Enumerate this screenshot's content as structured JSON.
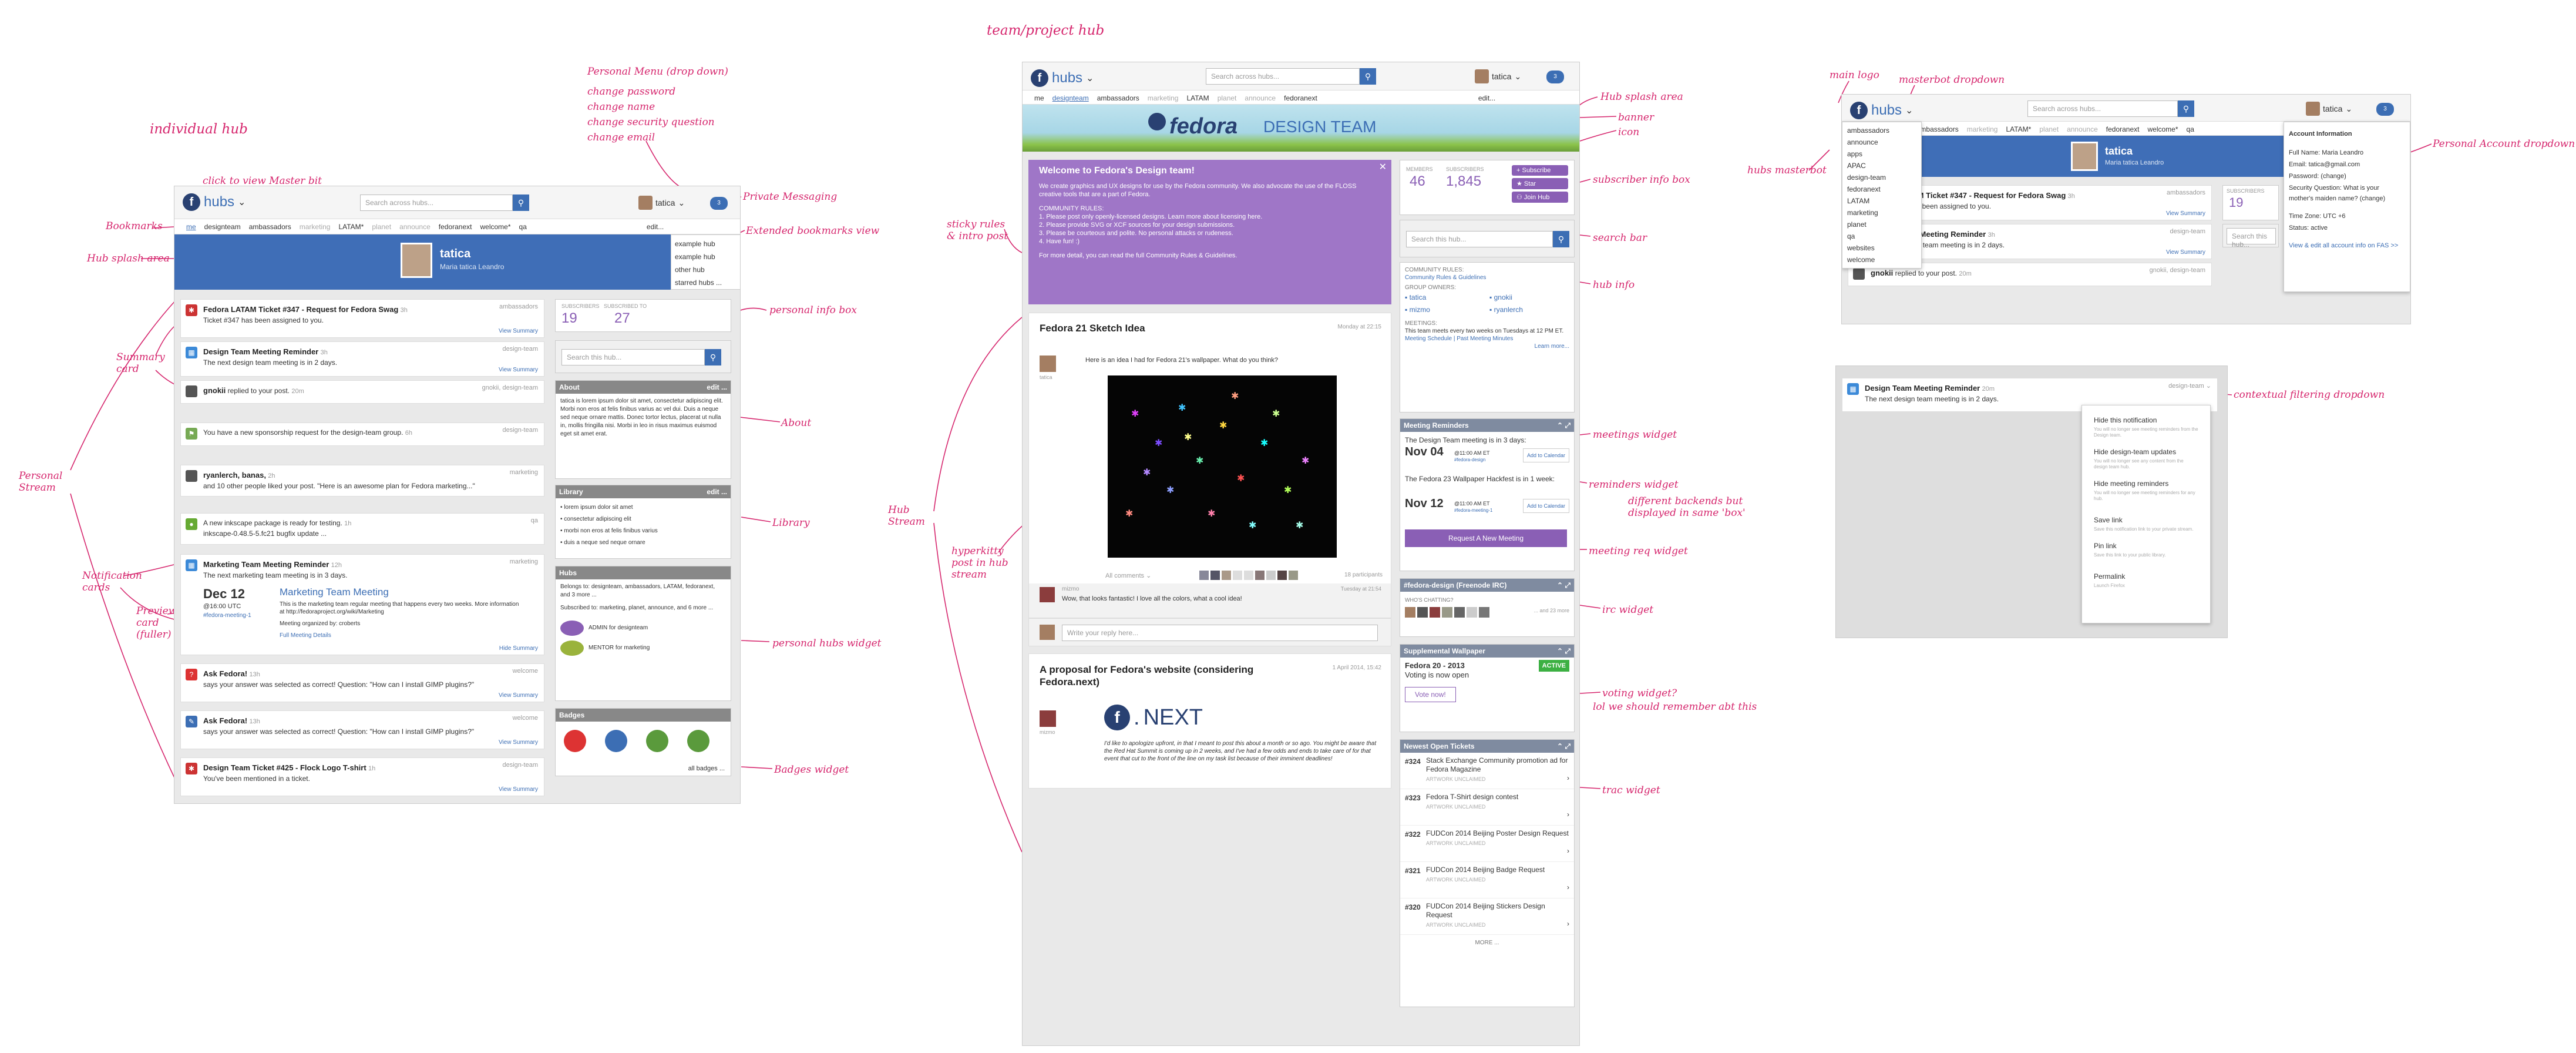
{
  "annotations": {
    "individual_hub": "individual hub",
    "team_hub": "team/project hub",
    "click_master": "click to view Master bit",
    "personal_menu": "Personal Menu (drop down)",
    "personal_menu_items": [
      "change password",
      "change name",
      "change security question",
      "change email"
    ],
    "private_messaging": "Private Messaging",
    "bookmarks": "Bookmarks",
    "ext_bookmarks": "Extended bookmarks view",
    "hub_splash": "Hub splash area",
    "summary_card": "Summary card",
    "personal_stream": "Personal Stream",
    "notification_cards": "Notification cards",
    "preview_card": "Preview card (fuller)",
    "personal_info_box": "personal info box",
    "about": "About",
    "library": "Library",
    "personal_hubs_widget": "personal hubs widget",
    "badges_widget": "Badges widget",
    "sticky_rules": "sticky rules & intro post",
    "hub_stream": "Hub Stream",
    "hyperkitty": "hyperkitty post in hub stream",
    "hub_splash_area": "Hub splash area",
    "banner": "banner",
    "icon": "icon",
    "subscriber_info": "subscriber info box",
    "search_bar": "search bar",
    "hub_info": "hub info",
    "meetings_widget": "meetings widget",
    "reminders_widget": "reminders widget",
    "diff_backends": "different backends but displayed in same 'box'",
    "meeting_req": "meeting req widget",
    "irc_widget": "irc widget",
    "voting_widget": "voting widget?",
    "voting_note": "lol we should remember abt this",
    "trac_widget": "trac widget",
    "main_logo": "main logo",
    "masterbot_dropdown": "masterbot dropdown",
    "hubs_masterbot": "hubs masterbot",
    "personal_account_dropdown": "Personal Account dropdown",
    "contextual_filter": "contextual filtering dropdown"
  },
  "common": {
    "hubs": "hubs",
    "search_placeholder": "Search across hubs...",
    "username": "tatica",
    "pm_badge": "3",
    "full_name": "Maria tatica Leandro"
  },
  "individual": {
    "nav": [
      "me",
      "designteam",
      "ambassadors",
      "marketing",
      "LATAM*",
      "planet",
      "announce",
      "fedoranext",
      "welcome*",
      "qa",
      "edit..."
    ],
    "ext_bookmarks": [
      "example hub",
      "example hub",
      "other hub",
      "starred hubs ..."
    ],
    "stream": [
      {
        "title": "Fedora LATAM Ticket #347 - Request for Fedora Swag",
        "time": "3h",
        "tag": "ambassadors",
        "body": "Ticket #347 has been assigned to you.",
        "link": "View Summary",
        "color": "#c33",
        "icon": "✱"
      },
      {
        "title": "Design Team Meeting Reminder",
        "time": "3h",
        "tag": "design-team",
        "body": "The next design team meeting is in 2 days.",
        "link": "View Summary",
        "color": "#3c8ad8",
        "icon": "▦"
      },
      {
        "title": "gnokii",
        "time": "20m",
        "tag": "gnokii, design-team",
        "body": "replied to your post.",
        "link": "",
        "color": "#555",
        "icon": ""
      },
      {
        "title": "",
        "time": "6h",
        "tag": "design-team",
        "body": "You have a new sponsorship request for the design-team group.",
        "link": "",
        "color": "#7a5",
        "icon": "⚑"
      },
      {
        "title": "ryanlerch, banas,",
        "time": "2h",
        "tag": "marketing",
        "body": "and 10 other people liked your post. \"Here is an awesome plan for Fedora marketing...\"",
        "link": "",
        "color": "#555",
        "icon": ""
      },
      {
        "title": "A new inkscape package is ready for testing.",
        "time": "1h",
        "tag": "qa",
        "body": "inkscape-0.48.5-5.fc21 bugfix update ...",
        "link": "",
        "color": "#6a3",
        "icon": "●"
      },
      {
        "title": "Marketing Team Meeting Reminder",
        "time": "12h",
        "tag": "marketing",
        "body": "The next marketing team meeting is in 3 days.",
        "link": "Hide Summary",
        "color": "#3c8ad8",
        "icon": "▦"
      },
      {
        "title": "Ask Fedora!",
        "time": "13h",
        "tag": "welcome",
        "body": "says your answer was selected as correct! Question: \"How can I install GIMP plugins?\"",
        "link": "View Summary",
        "color": "#d33",
        "icon": "?"
      },
      {
        "title": "Ask Fedora!",
        "time": "13h",
        "tag": "welcome",
        "body": "says your answer was selected as correct! Question: \"How can I install GIMP plugins?\"",
        "link": "View Summary",
        "color": "#3c6eb4",
        "icon": "✎"
      },
      {
        "title": "Design Team Ticket #425 - Flock Logo T-shirt",
        "time": "1h",
        "tag": "design-team",
        "body": "You've been mentioned in a ticket.",
        "link": "View Summary",
        "color": "#c33",
        "icon": "✱"
      }
    ],
    "preview": {
      "date": "Dec 12",
      "time": "@16:00 UTC",
      "channel": "#fedora-meeting-1",
      "title": "Marketing Team Meeting",
      "desc": "This is the marketing team regular meeting that happens every two weeks. More information at http://fedoraproject.org/wiki/Marketing",
      "org": "Meeting organized by: croberts",
      "details": "Full Meeting Details"
    },
    "subscribers_label": "SUBSCRIBERS",
    "subscribers": "19",
    "subscribed_label": "SUBSCRIBED TO",
    "subscribed": "27",
    "search_hub": "Search this hub...",
    "about_title": "About",
    "edit": "edit ...",
    "about_text": "tatica is lorem ipsum dolor sit amet, consectetur adipiscing elit. Morbi non eros at felis finibus varius ac vel dui. Duis a neque sed neque ornare mattis. Donec tortor lectus, placerat ut nulla in, mollis fringilla nisi. Morbi in leo in risus maximus euismod eget sit amet erat.",
    "library_title": "Library",
    "library_items": [
      "lorem ipsum dolor sit amet",
      "consectetur adipiscing elit",
      "morbi non eros at felis finibus varius",
      "duis a neque sed neque ornare"
    ],
    "hubs_title": "Hubs",
    "hubs_text": "Belongs to: designteam, ambassadors, LATAM, fedoranext, and 3 more ...",
    "hubs_sub": "Subscribed to: marketing, planet, announce, and 6 more ...",
    "admin": "ADMIN for designteam",
    "mentor": "MENTOR for marketing",
    "badges_title": "Badges",
    "all_badges": "all badges ..."
  },
  "team": {
    "nav": [
      "me",
      "designteam",
      "ambassadors",
      "marketing",
      "LATAM",
      "planet",
      "announce",
      "fedoranext",
      "edit..."
    ],
    "banner_fedora": "fedora",
    "banner_title": "DESIGN TEAM",
    "welcome_title": "Welcome to Fedora's Design team!",
    "welcome_text": "We create graphics and UX designs for use by the Fedora community. We also advocate the use of the FLOSS creative tools that are a part of Fedora.",
    "rules_label": "COMMUNITY RULES:",
    "rules": [
      "1. Please post only openly-licensed designs. Learn more about licensing here.",
      "2. Please provide SVG or XCF sources for your design submissions.",
      "3. Please be courteous and polite. No personal attacks or rudeness.",
      "4. Have fun! :)"
    ],
    "rules_more": "For more detail, you can read the full Community Rules & Guidelines.",
    "post1_title": "Fedora 21 Sketch Idea",
    "post1_time": "Monday at 22:15",
    "post1_text": "Here is an idea I had for Fedora 21's wallpaper. What do you think?",
    "post1_author": "tatica",
    "all_comments": "All comments",
    "participants": "18 participants",
    "reply_author": "mizmo",
    "reply_time": "Tuesday at 21:54",
    "reply_text": "Wow, that looks fantastic! I love all the colors, what a cool idea!",
    "reply_placeholder": "Write your reply here...",
    "post2_title": "A proposal for Fedora's website (considering Fedora.next)",
    "post2_time": "1 April 2014, 15:42",
    "post2_author": "mizmo",
    "post2_next": "NEXT",
    "post2_text": "I'd like to apologize upfront, in that I meant to post this about a month or so ago. You might be aware that the Red Hat Summit is coming up in 2 weeks, and I've had a few odds and ends to take care of for that event that cut to the front of the line on my task list because of their imminent deadlines!",
    "members_label": "MEMBERS",
    "members": "46",
    "subscribers_label": "SUBSCRIBERS",
    "subscribers": "1,845",
    "subscribe": "Subscribe",
    "star": "Star",
    "join": "Join Hub",
    "search_hub": "Search this hub...",
    "community_rules": "COMMUNITY RULES:",
    "community_link": "Community Rules & Guidelines",
    "group_owners": "GROUP OWNERS:",
    "owners": [
      "tatica",
      "gnokii",
      "mizmo",
      "ryanlerch"
    ],
    "meetings_label": "MEETINGS:",
    "meetings_text": "This team meets every two weeks on Tuesdays at 12 PM ET.",
    "meeting_links": "Meeting Schedule | Past Meeting Minutes",
    "learn_more": "Learn more...",
    "reminders_title": "Meeting Reminders",
    "rem1": "The Design Team meeting is in 3 days:",
    "rem1_date": "Nov 04",
    "rem1_time": "@11:00 AM ET",
    "rem1_ch": "#fedora-design",
    "rem2": "The Fedora 23 Wallpaper Hackfest is in 1 week:",
    "rem2_date": "Nov 12",
    "rem2_time": "@11:00 AM ET",
    "rem2_ch": "#fedora-meeting-1",
    "add_cal": "Add to Calendar",
    "request_meeting": "Request A New Meeting",
    "irc_title": "#fedora-design (Freenode IRC)",
    "whos_chatting": "WHO'S CHATTING?",
    "irc_more": "... and 23 more",
    "wall_title": "Supplemental Wallpaper",
    "wall_name": "Fedora 20 - 2013",
    "wall_status": "ACTIVE",
    "wall_open": "Voting is now open",
    "vote": "Vote now!",
    "tickets_title": "Newest Open Tickets",
    "tickets": [
      {
        "n": "#324",
        "t": "Stack Exchange Community promotion ad for Fedora Magazine"
      },
      {
        "n": "#323",
        "t": "Fedora T-Shirt design contest"
      },
      {
        "n": "#322",
        "t": "FUDCon 2014 Beijing Poster Design Request"
      },
      {
        "n": "#321",
        "t": "FUDCon 2014 Beijing Badge Request"
      },
      {
        "n": "#320",
        "t": "FUDCon 2014 Beijing Stickers Design Request"
      }
    ],
    "ticket_meta": "ARTWORK  UNCLAIMED",
    "more": "MORE ..."
  },
  "masterbot": {
    "nav": [
      "me",
      "designteam",
      "ambassadors",
      "marketing",
      "LATAM*",
      "planet",
      "announce",
      "fedoranext",
      "welcome*",
      "qa"
    ],
    "hubs_list": [
      "ambassadors",
      "announce",
      "apps",
      "APAC",
      "design-team",
      "fedoranext",
      "LATAM",
      "marketing",
      "planet",
      "qa",
      "websites",
      "welcome"
    ],
    "account_title": "Account Information",
    "account_lines": [
      "Full Name: Maria Leandro",
      "Email: tatica@gmail.com",
      "Password: (change)",
      "Security Question: What is your mother's maiden name? (change)",
      "Time Zone: UTC +6",
      "Status: active"
    ],
    "account_link": "View & edit all account info on FAS >>",
    "filter_card_title": "Design Team Meeting Reminder",
    "filter_card_time": "20m",
    "filter_card_tag": "design-team",
    "filter_card_body": "The next design team meeting is in 2 days.",
    "filter_items": [
      {
        "t": "Hide this notification",
        "d": "You will no longer see meeting reminders from the Design team."
      },
      {
        "t": "Hide design-team updates",
        "d": "You will no longer see any content from the design team hub."
      },
      {
        "t": "Hide meeting reminders",
        "d": "You will no longer see meeting reminders for any hub."
      },
      {
        "t": "Save link",
        "d": "Save this notification link to your private stream."
      },
      {
        "t": "Pin link",
        "d": "Save this link to your public library."
      },
      {
        "t": "Permalink",
        "d": "Launch Firefox"
      }
    ]
  },
  "colors": {
    "accent": "#3c6eb4",
    "annotation": "#d6276e",
    "purple": "#8a5fb5",
    "active": "#3cb043"
  }
}
